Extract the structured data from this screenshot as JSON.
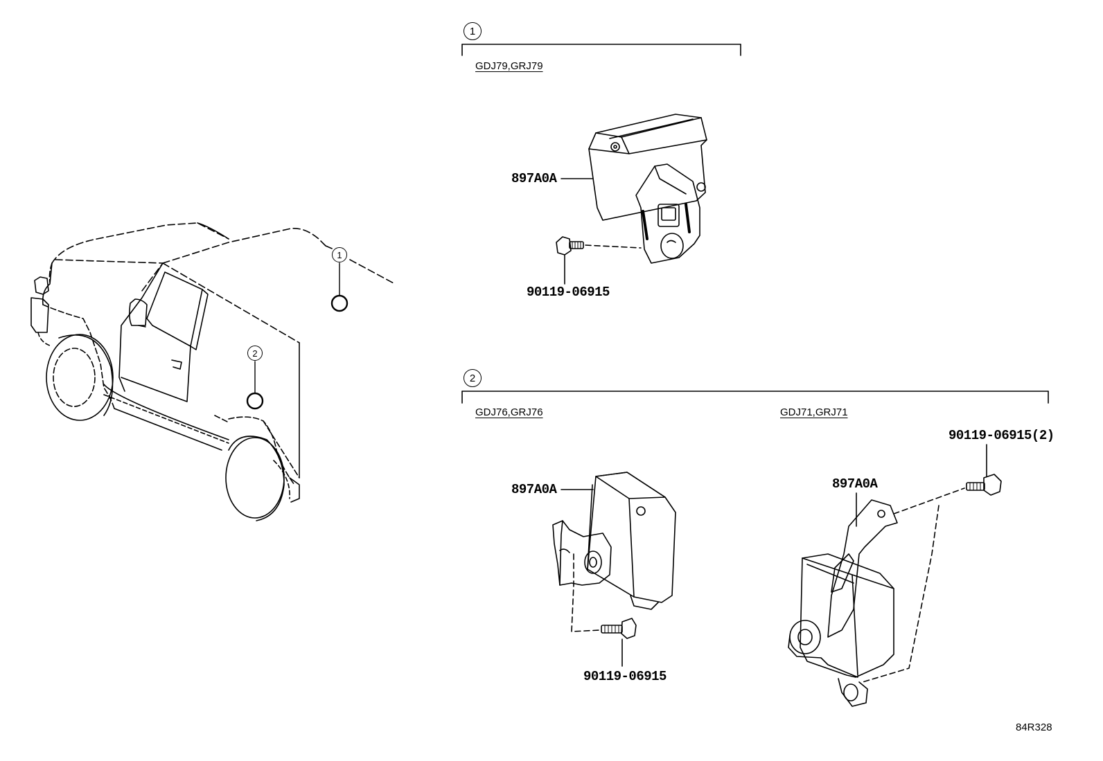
{
  "callouts": {
    "one": "1",
    "two": "2"
  },
  "section1": {
    "model": "GDJ79,GRJ79",
    "part_label": "897A0A",
    "bolt_label": "90119-06915"
  },
  "section2": {
    "left": {
      "model": "GDJ76,GRJ76",
      "part_label": "897A0A",
      "bolt_label": "90119-06915"
    },
    "right": {
      "model": "GDJ71,GRJ71",
      "part_label": "897A0A",
      "bolt_label": "90119-06915(2)"
    }
  },
  "diagram_ref": "84R328"
}
